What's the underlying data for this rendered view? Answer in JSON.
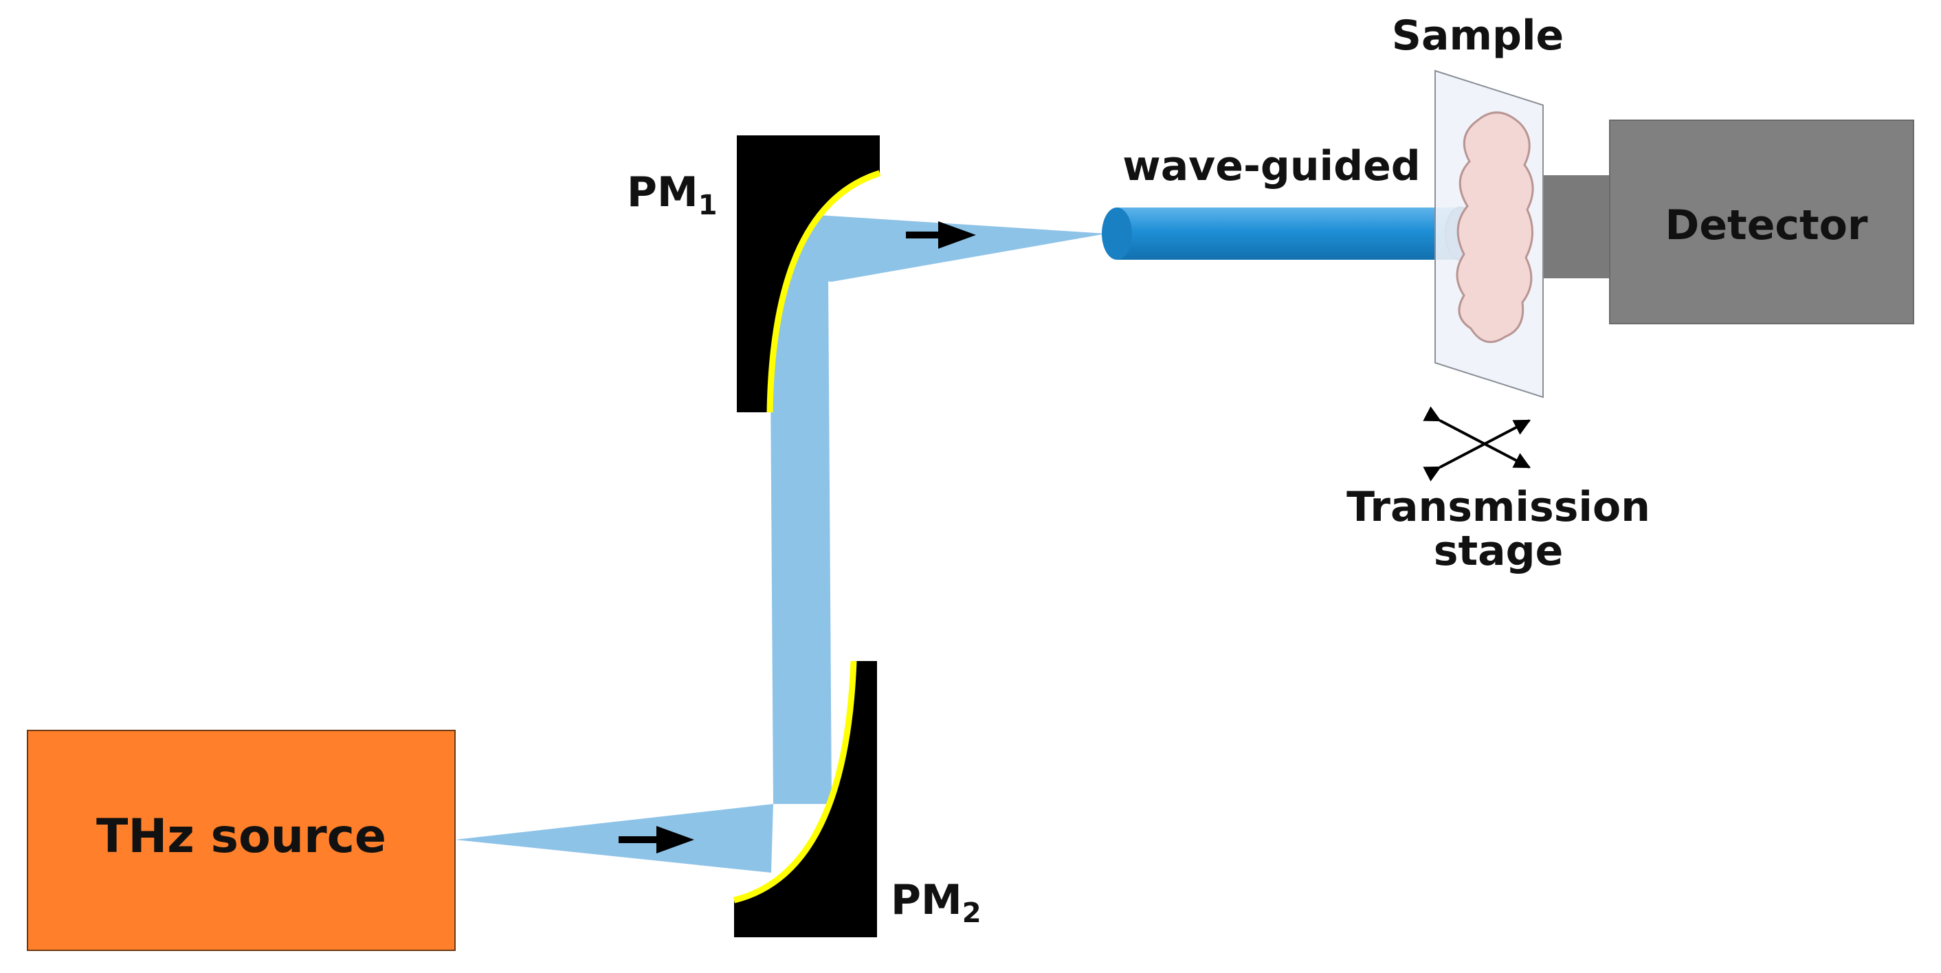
{
  "labels": {
    "source": "THz source",
    "pm1": "PM",
    "pm1_sub": "1",
    "pm2": "PM",
    "pm2_sub": "2",
    "waveguide": "wave-guided",
    "sample": "Sample",
    "detector": "Detector",
    "stage_line1": "Transmission",
    "stage_line2": "stage"
  },
  "colors": {
    "source_fill": "#FF7F2A",
    "beam": "#8EC3E8",
    "waveguide": "#1E8FD6",
    "mirror": "#000000",
    "mirror_coating": "#FFFF00",
    "detector_body": "#808080",
    "detector_neck": "#7A7A7A",
    "sample_slide": "#EEF2F8",
    "sample_tissue": "#F2D7D5"
  },
  "icons": {
    "beam_arrow": "right-arrow-icon",
    "stage_motion": "double-diagonal-arrows-icon"
  }
}
